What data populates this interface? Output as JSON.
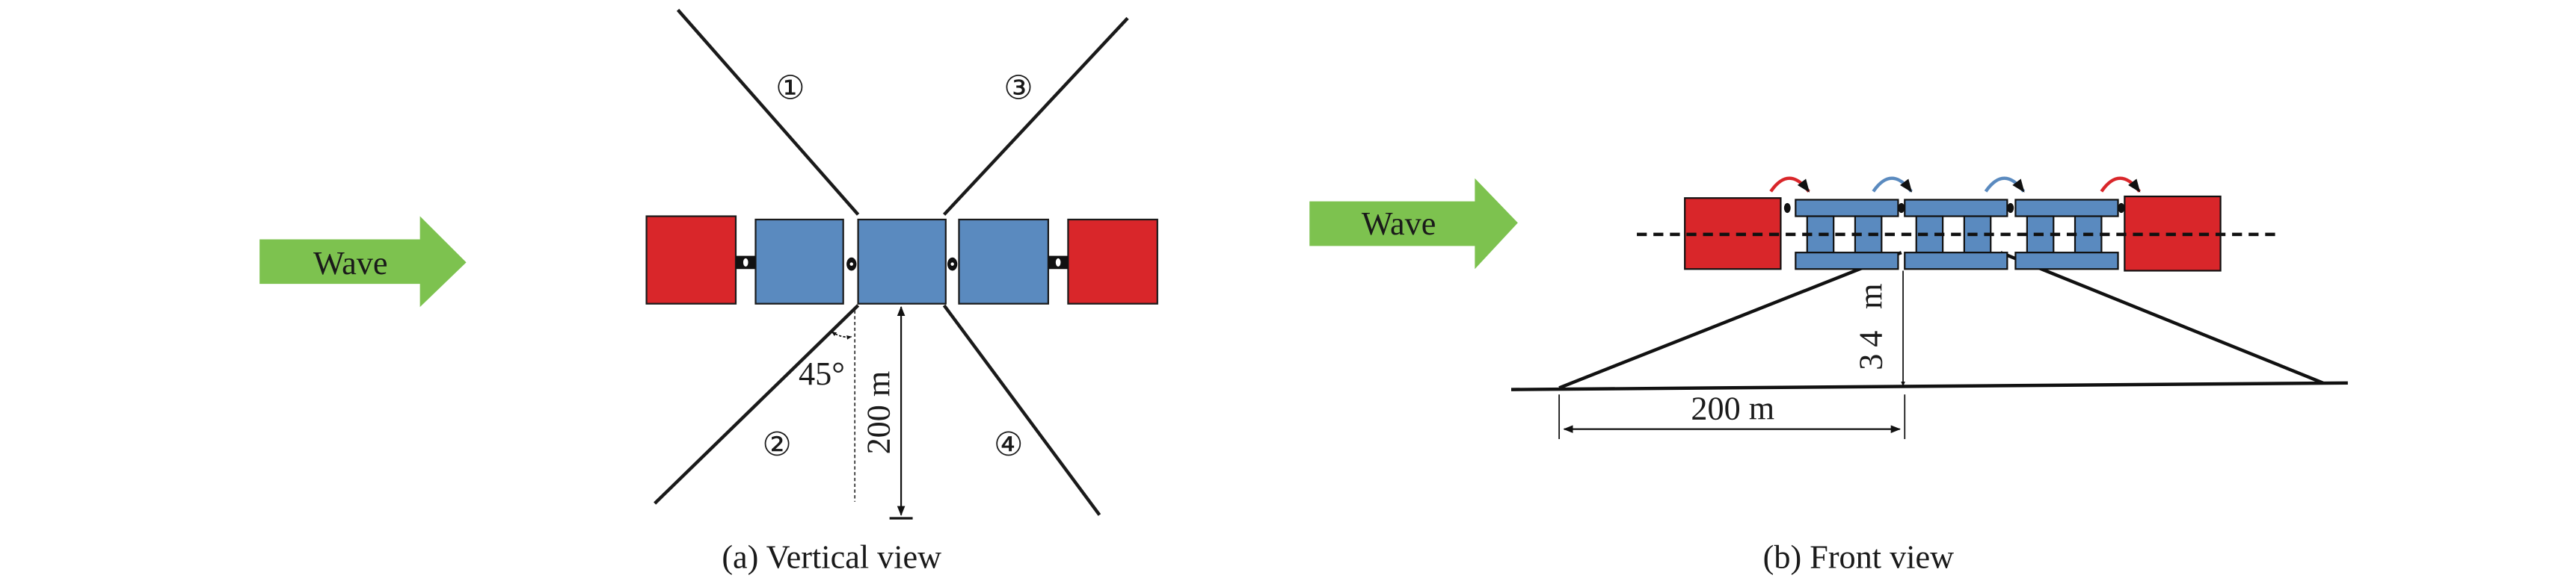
{
  "panel_a": {
    "wave_label": "Wave",
    "mooring_labels": [
      "①",
      "②",
      "③",
      "④"
    ],
    "angle_label": "45°",
    "distance_label": "200 m",
    "caption": "(a) Vertical view"
  },
  "panel_b": {
    "wave_label": "Wave",
    "depth_label": "34 m",
    "distance_label": "200 m",
    "caption": "(b) Front view"
  },
  "colors": {
    "wave_arrow": "#7dc24f",
    "end_module": "#d9262a",
    "middle_module": "#5a8abf",
    "rotation_red": "#d9262a",
    "rotation_blue": "#5a8abf"
  }
}
